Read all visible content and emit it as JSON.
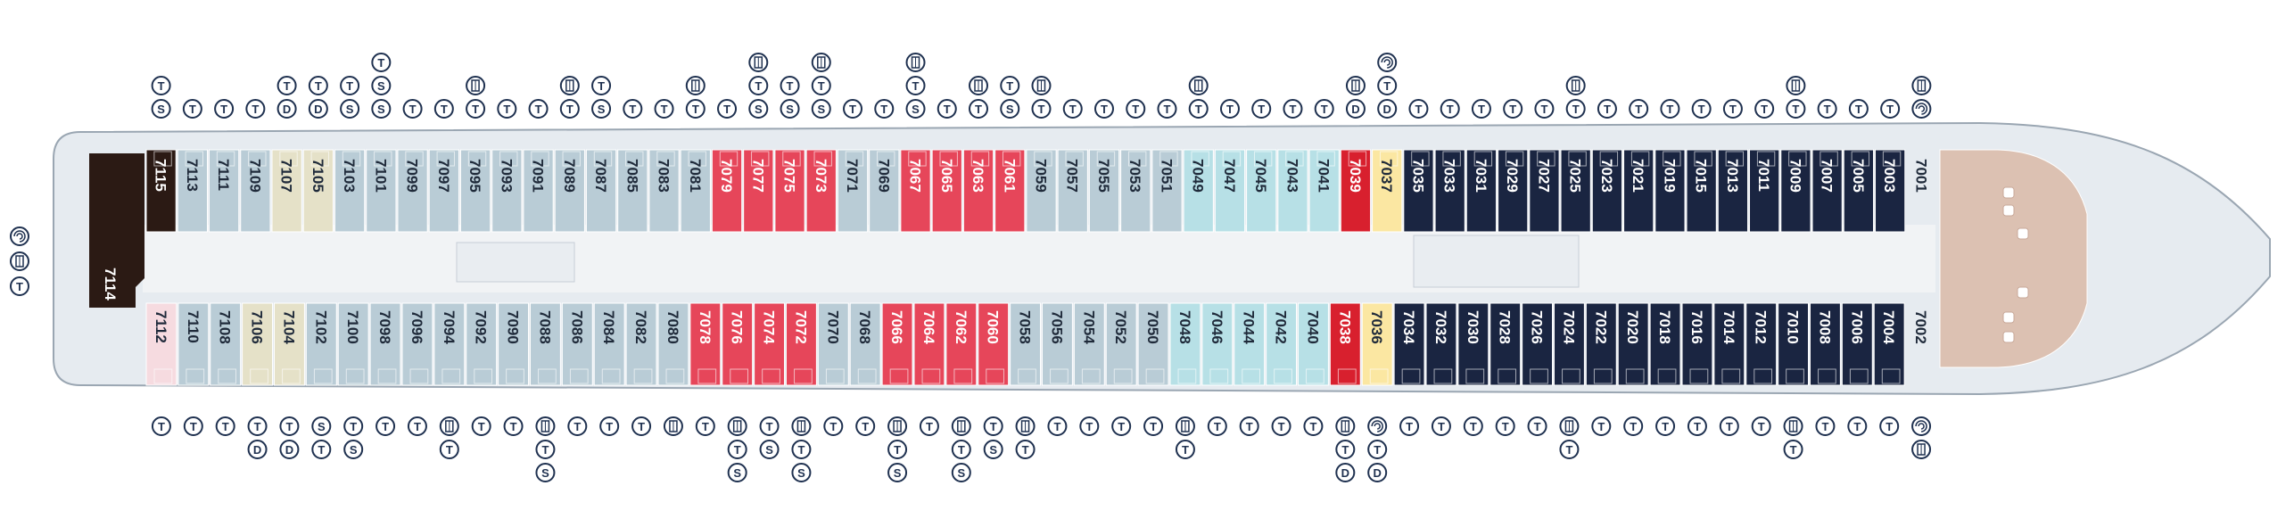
{
  "colors": {
    "hull_outline": "#9aa6b2",
    "hull_fill": "#e6ebf0",
    "corridor": "#f1f3f5",
    "cabin_gray_blue": "#b9ccd6",
    "cabin_light_teal": "#b7e0e6",
    "cabin_beige": "#e5e1c8",
    "cabin_pink_light": "#f6dbe0",
    "cabin_red": "#e6465a",
    "cabin_dark_red": "#d8202e",
    "cabin_yellow": "#fbe7a2",
    "cabin_navy": "#1a2541",
    "cabin_tan": "#dcc1b2",
    "aft_suite": "#2b1a14",
    "symbol_stroke": "#1f3150"
  },
  "icon_legend": {
    "T": "twin-beds-convertible",
    "S": "sofa-bed",
    "D": "double-bed",
    "bunk": "upper-bunk-icon",
    "swirl": "connecting-cabin-icon"
  },
  "cabins_top": [
    {
      "num": "7115",
      "color": "aft_suite",
      "icons": [
        "S",
        "T"
      ]
    },
    {
      "num": "7113",
      "color": "cabin_gray_blue",
      "icons": [
        "T"
      ]
    },
    {
      "num": "7111",
      "color": "cabin_gray_blue",
      "icons": [
        "T"
      ]
    },
    {
      "num": "7109",
      "color": "cabin_gray_blue",
      "icons": [
        "T"
      ]
    },
    {
      "num": "7107",
      "color": "cabin_beige",
      "icons": [
        "D",
        "T"
      ]
    },
    {
      "num": "7105",
      "color": "cabin_beige",
      "icons": [
        "D",
        "T"
      ]
    },
    {
      "num": "7103",
      "color": "cabin_gray_blue",
      "icons": [
        "S",
        "T"
      ]
    },
    {
      "num": "7101",
      "color": "cabin_gray_blue",
      "icons": [
        "S",
        "S",
        "T"
      ]
    },
    {
      "num": "7099",
      "color": "cabin_gray_blue",
      "icons": [
        "T"
      ]
    },
    {
      "num": "7097",
      "color": "cabin_gray_blue",
      "icons": [
        "T"
      ]
    },
    {
      "num": "7095",
      "color": "cabin_gray_blue",
      "icons": [
        "T",
        "bunk"
      ]
    },
    {
      "num": "7093",
      "color": "cabin_gray_blue",
      "icons": [
        "T"
      ]
    },
    {
      "num": "7091",
      "color": "cabin_gray_blue",
      "icons": [
        "T"
      ]
    },
    {
      "num": "7089",
      "color": "cabin_gray_blue",
      "icons": [
        "T",
        "bunk"
      ]
    },
    {
      "num": "7087",
      "color": "cabin_gray_blue",
      "icons": [
        "S",
        "T"
      ]
    },
    {
      "num": "7085",
      "color": "cabin_gray_blue",
      "icons": [
        "T"
      ]
    },
    {
      "num": "7083",
      "color": "cabin_gray_blue",
      "icons": [
        "T"
      ]
    },
    {
      "num": "7081",
      "color": "cabin_gray_blue",
      "icons": [
        "T",
        "bunk"
      ]
    },
    {
      "num": "7079",
      "color": "cabin_red",
      "icons": [
        "T"
      ]
    },
    {
      "num": "7077",
      "color": "cabin_red",
      "icons": [
        "S",
        "T",
        "bunk"
      ]
    },
    {
      "num": "7075",
      "color": "cabin_red",
      "icons": [
        "S",
        "T"
      ]
    },
    {
      "num": "7073",
      "color": "cabin_red",
      "icons": [
        "S",
        "T",
        "bunk"
      ]
    },
    {
      "num": "7071",
      "color": "cabin_gray_blue",
      "icons": [
        "T"
      ]
    },
    {
      "num": "7069",
      "color": "cabin_gray_blue",
      "icons": [
        "T"
      ]
    },
    {
      "num": "7067",
      "color": "cabin_red",
      "icons": [
        "S",
        "T",
        "bunk"
      ]
    },
    {
      "num": "7065",
      "color": "cabin_red",
      "icons": [
        "T"
      ]
    },
    {
      "num": "7063",
      "color": "cabin_red",
      "icons": [
        "T",
        "bunk"
      ]
    },
    {
      "num": "7061",
      "color": "cabin_red",
      "icons": [
        "S",
        "T"
      ]
    },
    {
      "num": "7059",
      "color": "cabin_gray_blue",
      "icons": [
        "T",
        "bunk"
      ]
    },
    {
      "num": "7057",
      "color": "cabin_gray_blue",
      "icons": [
        "T"
      ]
    },
    {
      "num": "7055",
      "color": "cabin_gray_blue",
      "icons": [
        "T"
      ]
    },
    {
      "num": "7053",
      "color": "cabin_gray_blue",
      "icons": [
        "T"
      ]
    },
    {
      "num": "7051",
      "color": "cabin_gray_blue",
      "icons": [
        "T"
      ]
    },
    {
      "num": "7049",
      "color": "cabin_light_teal",
      "icons": [
        "T",
        "bunk"
      ]
    },
    {
      "num": "7047",
      "color": "cabin_light_teal",
      "icons": [
        "T"
      ]
    },
    {
      "num": "7045",
      "color": "cabin_light_teal",
      "icons": [
        "T"
      ]
    },
    {
      "num": "7043",
      "color": "cabin_light_teal",
      "icons": [
        "T"
      ]
    },
    {
      "num": "7041",
      "color": "cabin_light_teal",
      "icons": [
        "T"
      ]
    },
    {
      "num": "7039",
      "color": "cabin_dark_red",
      "icons": [
        "D",
        "bunk"
      ]
    },
    {
      "num": "7037",
      "color": "cabin_yellow",
      "icons": [
        "D",
        "T",
        "swirl"
      ]
    },
    {
      "num": "7035",
      "color": "cabin_navy",
      "icons": [
        "T"
      ]
    },
    {
      "num": "7033",
      "color": "cabin_navy",
      "icons": [
        "T"
      ]
    },
    {
      "num": "7031",
      "color": "cabin_navy",
      "icons": [
        "T"
      ]
    },
    {
      "num": "7029",
      "color": "cabin_navy",
      "icons": [
        "T"
      ]
    },
    {
      "num": "7027",
      "color": "cabin_navy",
      "icons": [
        "T"
      ]
    },
    {
      "num": "7025",
      "color": "cabin_navy",
      "icons": [
        "T",
        "bunk"
      ]
    },
    {
      "num": "7023",
      "color": "cabin_navy",
      "icons": [
        "T"
      ]
    },
    {
      "num": "7021",
      "color": "cabin_navy",
      "icons": [
        "T"
      ]
    },
    {
      "num": "7019",
      "color": "cabin_navy",
      "icons": [
        "T"
      ]
    },
    {
      "num": "7015",
      "color": "cabin_navy",
      "icons": [
        "T"
      ]
    },
    {
      "num": "7013",
      "color": "cabin_navy",
      "icons": [
        "T"
      ]
    },
    {
      "num": "7011",
      "color": "cabin_navy",
      "icons": [
        "T"
      ]
    },
    {
      "num": "7009",
      "color": "cabin_navy",
      "icons": [
        "T",
        "bunk"
      ]
    },
    {
      "num": "7007",
      "color": "cabin_navy",
      "icons": [
        "T"
      ]
    },
    {
      "num": "7005",
      "color": "cabin_navy",
      "icons": [
        "T"
      ]
    },
    {
      "num": "7003",
      "color": "cabin_navy",
      "icons": [
        "T"
      ]
    },
    {
      "num": "7001",
      "color": "cabin_tan",
      "icons": [
        "swirl",
        "bunk"
      ]
    }
  ],
  "cabins_bottom": [
    {
      "num": "7112",
      "color": "cabin_pink_light",
      "icons": [
        "T"
      ]
    },
    {
      "num": "7110",
      "color": "cabin_gray_blue",
      "icons": [
        "T"
      ]
    },
    {
      "num": "7108",
      "color": "cabin_gray_blue",
      "icons": [
        "T"
      ]
    },
    {
      "num": "7106",
      "color": "cabin_beige",
      "icons": [
        "T",
        "D"
      ]
    },
    {
      "num": "7104",
      "color": "cabin_beige",
      "icons": [
        "T",
        "D"
      ]
    },
    {
      "num": "7102",
      "color": "cabin_gray_blue",
      "icons": [
        "S",
        "T"
      ]
    },
    {
      "num": "7100",
      "color": "cabin_gray_blue",
      "icons": [
        "T",
        "S"
      ]
    },
    {
      "num": "7098",
      "color": "cabin_gray_blue",
      "icons": [
        "T"
      ]
    },
    {
      "num": "7096",
      "color": "cabin_gray_blue",
      "icons": [
        "T"
      ]
    },
    {
      "num": "7094",
      "color": "cabin_gray_blue",
      "icons": [
        "bunk",
        "T"
      ]
    },
    {
      "num": "7092",
      "color": "cabin_gray_blue",
      "icons": [
        "T"
      ]
    },
    {
      "num": "7090",
      "color": "cabin_gray_blue",
      "icons": [
        "T"
      ]
    },
    {
      "num": "7088",
      "color": "cabin_gray_blue",
      "icons": [
        "bunk",
        "T",
        "S"
      ]
    },
    {
      "num": "7086",
      "color": "cabin_gray_blue",
      "icons": [
        "T"
      ]
    },
    {
      "num": "7084",
      "color": "cabin_gray_blue",
      "icons": [
        "T"
      ]
    },
    {
      "num": "7082",
      "color": "cabin_gray_blue",
      "icons": [
        "T"
      ]
    },
    {
      "num": "7080",
      "color": "cabin_gray_blue",
      "icons": [
        "bunk"
      ]
    },
    {
      "num": "7078",
      "color": "cabin_red",
      "icons": [
        "T"
      ]
    },
    {
      "num": "7076",
      "color": "cabin_red",
      "icons": [
        "bunk",
        "T",
        "S"
      ]
    },
    {
      "num": "7074",
      "color": "cabin_red",
      "icons": [
        "T",
        "S"
      ]
    },
    {
      "num": "7072",
      "color": "cabin_red",
      "icons": [
        "bunk",
        "T",
        "S"
      ]
    },
    {
      "num": "7070",
      "color": "cabin_gray_blue",
      "icons": [
        "T"
      ]
    },
    {
      "num": "7068",
      "color": "cabin_gray_blue",
      "icons": [
        "T"
      ]
    },
    {
      "num": "7066",
      "color": "cabin_red",
      "icons": [
        "bunk",
        "T",
        "S"
      ]
    },
    {
      "num": "7064",
      "color": "cabin_red",
      "icons": [
        "T"
      ]
    },
    {
      "num": "7062",
      "color": "cabin_red",
      "icons": [
        "bunk",
        "T",
        "S"
      ]
    },
    {
      "num": "7060",
      "color": "cabin_red",
      "icons": [
        "T",
        "S"
      ]
    },
    {
      "num": "7058",
      "color": "cabin_gray_blue",
      "icons": [
        "bunk",
        "T"
      ]
    },
    {
      "num": "7056",
      "color": "cabin_gray_blue",
      "icons": [
        "T"
      ]
    },
    {
      "num": "7054",
      "color": "cabin_gray_blue",
      "icons": [
        "T"
      ]
    },
    {
      "num": "7052",
      "color": "cabin_gray_blue",
      "icons": [
        "T"
      ]
    },
    {
      "num": "7050",
      "color": "cabin_gray_blue",
      "icons": [
        "T"
      ]
    },
    {
      "num": "7048",
      "color": "cabin_light_teal",
      "icons": [
        "bunk",
        "T"
      ]
    },
    {
      "num": "7046",
      "color": "cabin_light_teal",
      "icons": [
        "T"
      ]
    },
    {
      "num": "7044",
      "color": "cabin_light_teal",
      "icons": [
        "T"
      ]
    },
    {
      "num": "7042",
      "color": "cabin_light_teal",
      "icons": [
        "T"
      ]
    },
    {
      "num": "7040",
      "color": "cabin_light_teal",
      "icons": [
        "T"
      ]
    },
    {
      "num": "7038",
      "color": "cabin_dark_red",
      "icons": [
        "bunk",
        "T",
        "D"
      ]
    },
    {
      "num": "7036",
      "color": "cabin_yellow",
      "icons": [
        "swirl",
        "T",
        "D"
      ]
    },
    {
      "num": "7034",
      "color": "cabin_navy",
      "icons": [
        "T"
      ]
    },
    {
      "num": "7032",
      "color": "cabin_navy",
      "icons": [
        "T"
      ]
    },
    {
      "num": "7030",
      "color": "cabin_navy",
      "icons": [
        "T"
      ]
    },
    {
      "num": "7028",
      "color": "cabin_navy",
      "icons": [
        "T"
      ]
    },
    {
      "num": "7026",
      "color": "cabin_navy",
      "icons": [
        "T"
      ]
    },
    {
      "num": "7024",
      "color": "cabin_navy",
      "icons": [
        "bunk",
        "T"
      ]
    },
    {
      "num": "7022",
      "color": "cabin_navy",
      "icons": [
        "T"
      ]
    },
    {
      "num": "7020",
      "color": "cabin_navy",
      "icons": [
        "T"
      ]
    },
    {
      "num": "7018",
      "color": "cabin_navy",
      "icons": [
        "T"
      ]
    },
    {
      "num": "7016",
      "color": "cabin_navy",
      "icons": [
        "T"
      ]
    },
    {
      "num": "7014",
      "color": "cabin_navy",
      "icons": [
        "T"
      ]
    },
    {
      "num": "7012",
      "color": "cabin_navy",
      "icons": [
        "T"
      ]
    },
    {
      "num": "7010",
      "color": "cabin_navy",
      "icons": [
        "bunk",
        "T"
      ]
    },
    {
      "num": "7008",
      "color": "cabin_navy",
      "icons": [
        "T"
      ]
    },
    {
      "num": "7006",
      "color": "cabin_navy",
      "icons": [
        "T"
      ]
    },
    {
      "num": "7004",
      "color": "cabin_navy",
      "icons": [
        "T"
      ]
    },
    {
      "num": "7002",
      "color": "cabin_tan",
      "icons": [
        "swirl",
        "bunk"
      ]
    }
  ],
  "aft_suite": {
    "num": "7114",
    "icons": [
      "swirl",
      "bunk",
      "T"
    ]
  }
}
